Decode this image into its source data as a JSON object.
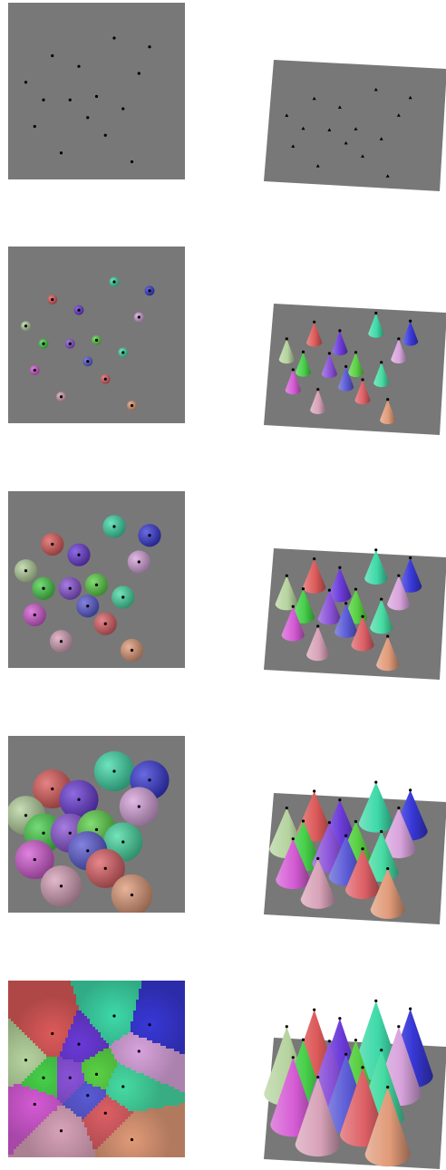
{
  "stages": [
    {
      "id": "seed-points",
      "cone_scale": 0.0
    },
    {
      "id": "small-cones",
      "cone_scale": 0.18
    },
    {
      "id": "medium-cones",
      "cone_scale": 0.42
    },
    {
      "id": "large-cones",
      "cone_scale": 0.8
    },
    {
      "id": "full-voronoi",
      "cone_scale": 1.4
    }
  ],
  "colors": {
    "background_panel": "#787878",
    "seed_point": "#000000"
  },
  "sites": [
    {
      "u": 0.6,
      "v": 0.2,
      "color": "#3ed9a8"
    },
    {
      "u": 0.8,
      "v": 0.25,
      "color": "#3838d8"
    },
    {
      "u": 0.25,
      "v": 0.3,
      "color": "#dd5a5a"
    },
    {
      "u": 0.4,
      "v": 0.36,
      "color": "#6a3ad8"
    },
    {
      "u": 0.74,
      "v": 0.4,
      "color": "#d8a3dc"
    },
    {
      "u": 0.1,
      "v": 0.45,
      "color": "#b5d39e"
    },
    {
      "u": 0.2,
      "v": 0.55,
      "color": "#47d04a"
    },
    {
      "u": 0.35,
      "v": 0.55,
      "color": "#8a52d8"
    },
    {
      "u": 0.5,
      "v": 0.53,
      "color": "#5ad145"
    },
    {
      "u": 0.65,
      "v": 0.6,
      "color": "#46dba3"
    },
    {
      "u": 0.45,
      "v": 0.65,
      "color": "#5a5ad6"
    },
    {
      "u": 0.15,
      "v": 0.7,
      "color": "#d45ad4"
    },
    {
      "u": 0.55,
      "v": 0.75,
      "color": "#dd5f65"
    },
    {
      "u": 0.3,
      "v": 0.85,
      "color": "#d8a2b8"
    },
    {
      "u": 0.7,
      "v": 0.9,
      "color": "#e09a78"
    }
  ]
}
